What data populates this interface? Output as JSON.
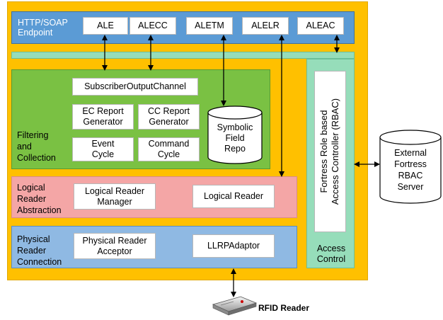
{
  "endpoint": {
    "label_line1": "HTTP/SOAP",
    "label_line2": "Endpoint"
  },
  "api_boxes": [
    "ALE",
    "ALECC",
    "ALETM",
    "ALELR",
    "ALEAC"
  ],
  "filtering": {
    "label_line1": "Filtering",
    "label_line2": "and",
    "label_line3": "Collection",
    "subscriber": "SubscriberOutputChannel",
    "ec_report": {
      "line1": "EC Report",
      "line2": "Generator"
    },
    "cc_report": {
      "line1": "CC Report",
      "line2": "Generator"
    },
    "event_cycle": {
      "line1": "Event",
      "line2": "Cycle"
    },
    "command_cycle": {
      "line1": "Command",
      "line2": "Cycle"
    },
    "repo": {
      "line1": "Symbolic",
      "line2": "Field",
      "line3": "Repo"
    }
  },
  "logical": {
    "label_line1": "Logical",
    "label_line2": "Reader",
    "label_line3": "Abstraction",
    "manager": {
      "line1": "Logical Reader",
      "line2": "Manager"
    },
    "reader": "Logical Reader"
  },
  "physical": {
    "label_line1": "Physical",
    "label_line2": "Reader",
    "label_line3": "Connection",
    "acceptor": {
      "line1": "Physical Reader",
      "line2": "Acceptor"
    },
    "adaptor": "LLRPAdaptor"
  },
  "access": {
    "rbac_line1": "Fortress Role based",
    "rbac_line2": "Access Controller (RBAC)",
    "label_line1": "Access",
    "label_line2": "Control"
  },
  "external": {
    "line1": "External",
    "line2": "Fortress",
    "line3": "RBAC",
    "line4": "Server"
  },
  "rfid": {
    "label": "RFID Reader"
  }
}
